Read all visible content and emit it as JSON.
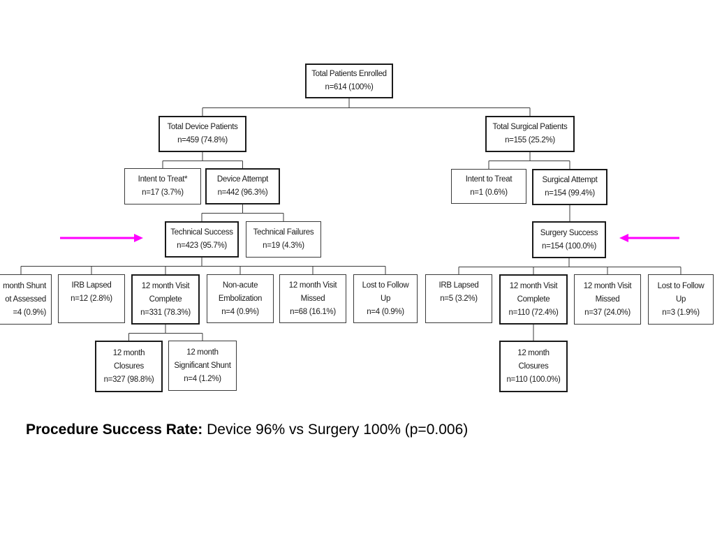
{
  "nodes": {
    "total_enrolled": [
      "Total Patients Enrolled",
      "n=614 (100%)"
    ],
    "device_total": [
      "Total Device Patients",
      "n=459 (74.8%)"
    ],
    "surgical_total": [
      "Total Surgical Patients",
      "n=155 (25.2%)"
    ],
    "device_itt": [
      "Intent to Treat*",
      "n=17 (3.7%)"
    ],
    "device_attempt": [
      "Device Attempt",
      "n=442 (96.3%)"
    ],
    "surgical_itt": [
      "Intent to Treat",
      "n=1 (0.6%)"
    ],
    "surgical_attempt": [
      "Surgical Attempt",
      "n=154 (99.4%)"
    ],
    "technical_success": [
      "Technical Success",
      "n=423 (95.7%)"
    ],
    "technical_failures": [
      "Technical Failures",
      "n=19 (4.3%)"
    ],
    "surgery_success": [
      "Surgery Success",
      "n=154 (100.0%)"
    ],
    "dev_shunt_not_assessed": [
      "month Shunt",
      "ot Assessed",
      "=4 (0.9%)"
    ],
    "dev_irb_lapsed": [
      "IRB Lapsed",
      "n=12 (2.8%)"
    ],
    "dev_12m_complete": [
      "12 month Visit",
      "Complete",
      "n=331 (78.3%)"
    ],
    "dev_nonacute_embol": [
      "Non-acute",
      "Embolization",
      "n=4 (0.9%)"
    ],
    "dev_12m_missed": [
      "12 month Visit",
      "Missed",
      "n=68 (16.1%)"
    ],
    "dev_lost_followup": [
      "Lost to Follow",
      "Up",
      "n=4 (0.9%)"
    ],
    "sur_irb_lapsed": [
      "IRB Lapsed",
      "n=5 (3.2%)"
    ],
    "sur_12m_complete": [
      "12 month Visit",
      "Complete",
      "n=110 (72.4%)"
    ],
    "sur_12m_missed": [
      "12 month Visit",
      "Missed",
      "n=37 (24.0%)"
    ],
    "sur_lost_followup": [
      "Lost to Follow",
      "Up",
      "n=3 (1.9%)"
    ],
    "dev_12m_closures": [
      "12 month",
      "Closures",
      "n=327 (98.8%)"
    ],
    "dev_12m_sig_shunt": [
      "12 month",
      "Significant Shunt",
      "n=4 (1.2%)"
    ],
    "sur_12m_closures": [
      "12 month",
      "Closures",
      "n=110 (100.0%)"
    ]
  },
  "edges": [
    [
      "total_enrolled",
      "device_total"
    ],
    [
      "total_enrolled",
      "surgical_total"
    ],
    [
      "device_total",
      "device_itt"
    ],
    [
      "device_total",
      "device_attempt"
    ],
    [
      "surgical_total",
      "surgical_itt"
    ],
    [
      "surgical_total",
      "surgical_attempt"
    ],
    [
      "device_attempt",
      "technical_success"
    ],
    [
      "device_attempt",
      "technical_failures"
    ],
    [
      "surgical_attempt",
      "surgery_success"
    ],
    [
      "technical_success",
      "dev_shunt_not_assessed"
    ],
    [
      "technical_success",
      "dev_irb_lapsed"
    ],
    [
      "technical_success",
      "dev_12m_complete"
    ],
    [
      "technical_success",
      "dev_nonacute_embol"
    ],
    [
      "technical_success",
      "dev_12m_missed"
    ],
    [
      "technical_success",
      "dev_lost_followup"
    ],
    [
      "surgery_success",
      "sur_irb_lapsed"
    ],
    [
      "surgery_success",
      "sur_12m_complete"
    ],
    [
      "surgery_success",
      "sur_12m_missed"
    ],
    [
      "surgery_success",
      "sur_lost_followup"
    ],
    [
      "dev_12m_complete",
      "dev_12m_closures"
    ],
    [
      "dev_12m_complete",
      "dev_12m_sig_shunt"
    ],
    [
      "sur_12m_complete",
      "sur_12m_closures"
    ]
  ],
  "arrow_color": "#ff00ff",
  "caption": {
    "label": "Procedure Success Rate:",
    "text": " Device 96% vs Surgery 100% (p=0.006)"
  }
}
